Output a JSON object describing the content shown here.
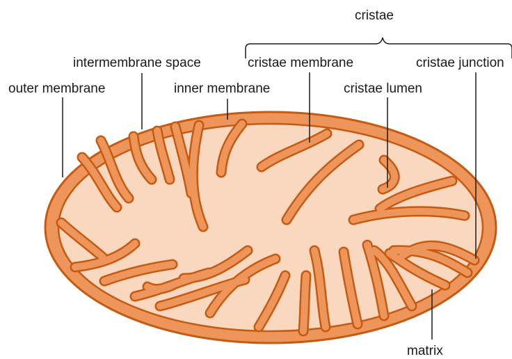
{
  "labels": {
    "cristae": "cristae",
    "intermembrane_space": "intermembrane space",
    "cristae_membrane": "cristae membrane",
    "cristae_junction": "cristae junction",
    "outer_membrane": "outer membrane",
    "inner_membrane": "inner membrane",
    "cristae_lumen": "cristae lumen",
    "matrix": "matrix"
  },
  "colors": {
    "membrane": "#ED955A",
    "matrix": "#FAD8C0",
    "outline": "#C55A11",
    "leader": "#1a1a1a"
  }
}
